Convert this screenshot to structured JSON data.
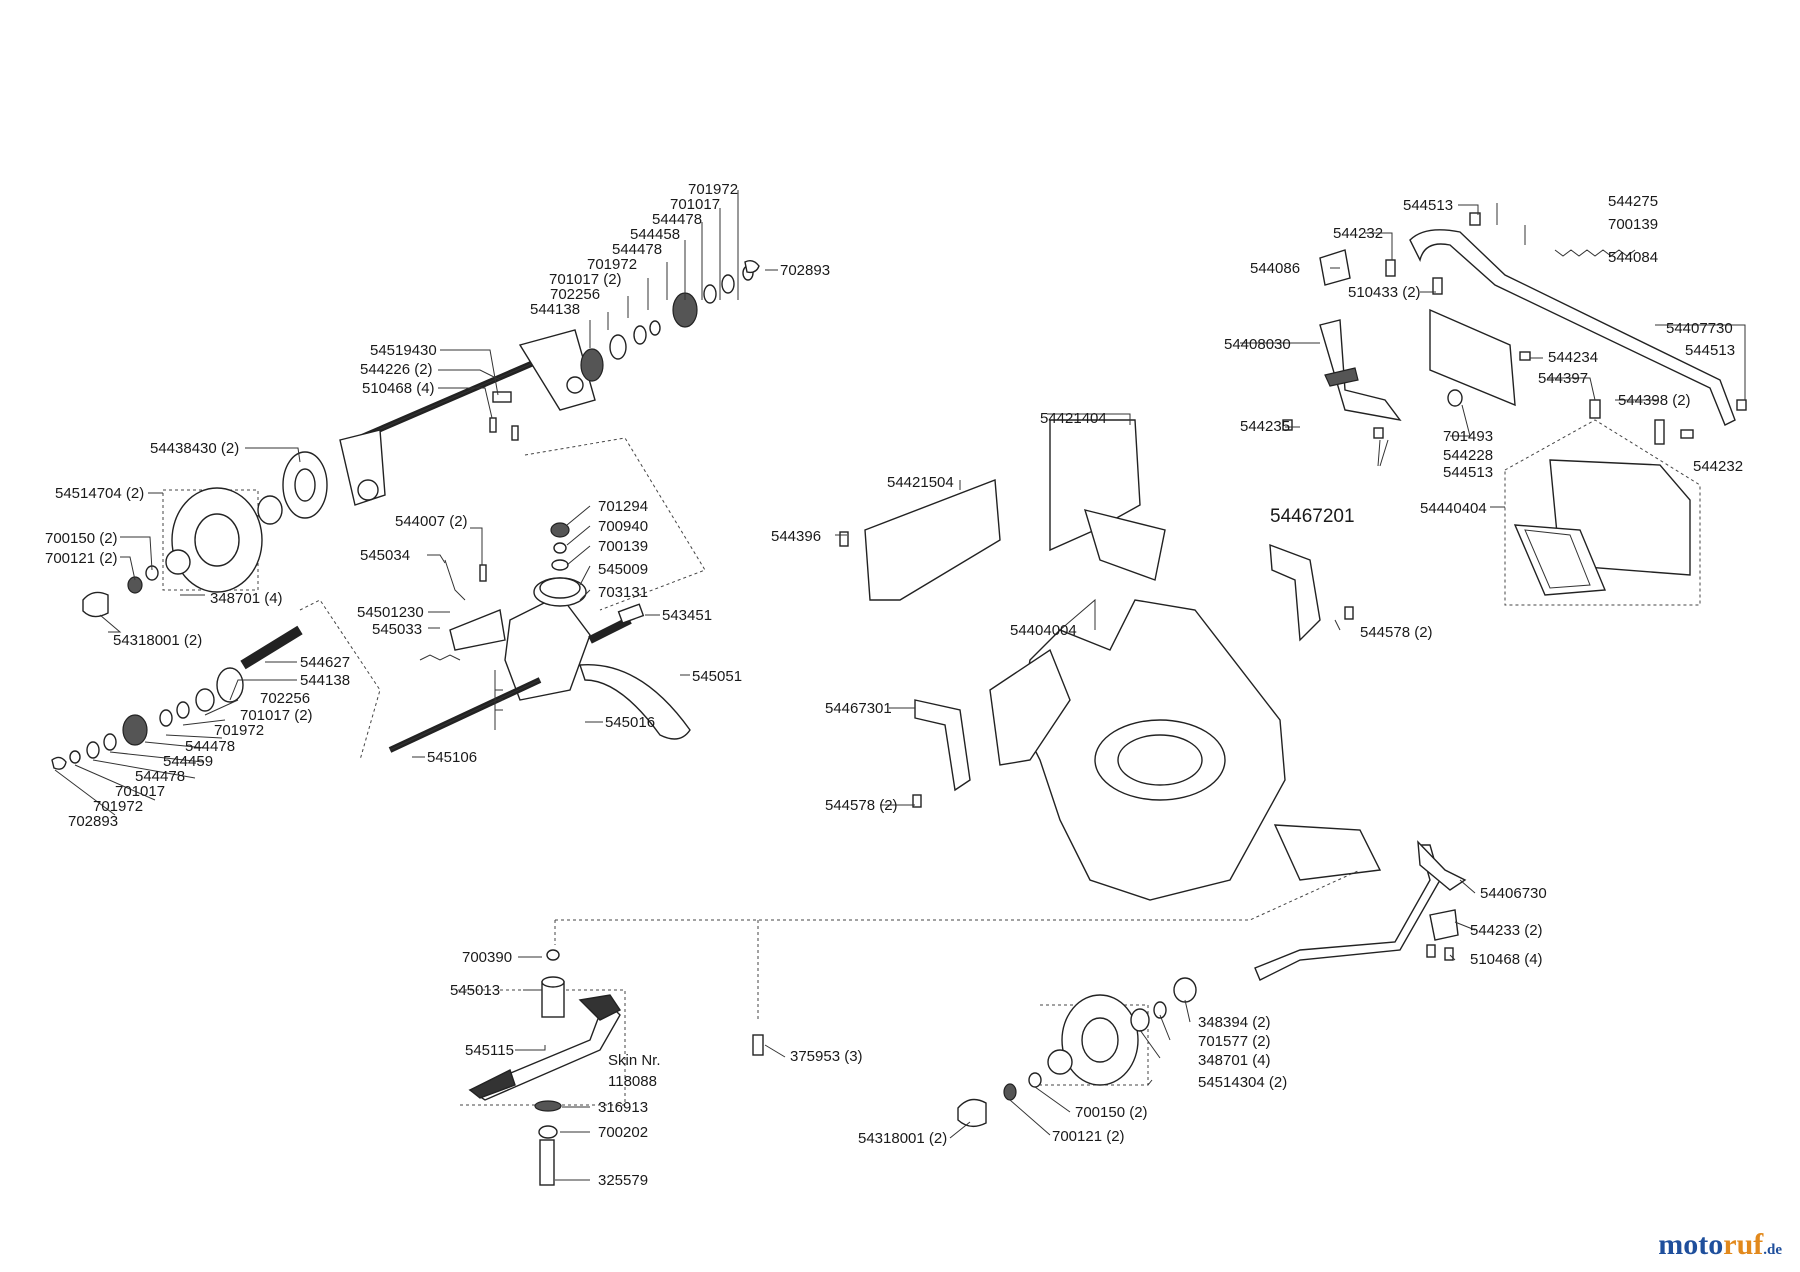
{
  "labels": {
    "p701972_top": "701972",
    "p701017_top": "701017",
    "p544478_top": "544478",
    "p544458": "544458",
    "p544478_b": "544478",
    "p701972_b": "701972",
    "p701017_2_top": "701017 (2)",
    "p702256_top": "702256",
    "p544138_top": "544138",
    "p702893_top": "702893",
    "p54519430": "54519430",
    "p544226_2": "544226 (2)",
    "p510468_4_top": "510468 (4)",
    "p54438430_2": "54438430 (2)",
    "p54514704_2": "54514704 (2)",
    "p700150_2_left": "700150 (2)",
    "p700121_2_left": "700121 (2)",
    "p348701_4_left": "348701 (4)",
    "p54318001_2_left": "54318001 (2)",
    "p544007_2": "544007 (2)",
    "p545034": "545034",
    "p701294": "701294",
    "p700940": "700940",
    "p700139_mid": "700139",
    "p545009": "545009",
    "p703131": "703131",
    "p54501230": "54501230",
    "p545033": "545033",
    "p543451": "543451",
    "p544627": "544627",
    "p544138_mid": "544138",
    "p702256_mid": "702256",
    "p701017_2_mid": "701017 (2)",
    "p701972_mid": "701972",
    "p544478_mid": "544478",
    "p544459": "544459",
    "p544478_mid2": "544478",
    "p701017_mid": "701017",
    "p701972_mid2": "701972",
    "p702893_bottom": "702893",
    "p545051": "545051",
    "p545016": "545016",
    "p545106": "545106",
    "p544513_top": "544513",
    "p544275": "544275",
    "p700139_right": "700139",
    "p544232_top": "544232",
    "p544084": "544084",
    "p544086": "544086",
    "p510433_2": "510433 (2)",
    "p54407730": "54407730",
    "p54408030": "54408030",
    "p544513_right": "544513",
    "p544234": "544234",
    "p544397": "544397",
    "p544398_2": "544398 (2)",
    "p544235": "544235",
    "p701493": "701493",
    "p544228": "544228",
    "p544513_bottom": "544513",
    "p544232_right": "544232",
    "p54440404": "54440404",
    "p54421404": "54421404",
    "p54421504": "54421504",
    "p544396": "544396",
    "p54467201": "54467201",
    "p544578_2_right": "544578 (2)",
    "p54404004": "54404004",
    "p54467301": "54467301",
    "p544578_2_left": "544578 (2)",
    "p54406730": "54406730",
    "p544233_2": "544233 (2)",
    "p510468_4_bottom": "510468 (4)",
    "p700390": "700390",
    "p545013": "545013",
    "p545115": "545115",
    "p_skin_1": "Skin Nr.",
    "p_skin_2": "118088",
    "p316913": "316913",
    "p700202": "700202",
    "p325579": "325579",
    "p375953_3": "375953 (3)",
    "p348394_2": "348394 (2)",
    "p701577_2": "701577 (2)",
    "p348701_4_right": "348701 (4)",
    "p54514304_2": "54514304 (2)",
    "p700150_2_right": "700150 (2)",
    "p700121_2_right": "700121 (2)",
    "p54318001_2_right": "54318001 (2)"
  },
  "watermark": {
    "part1": "moto",
    "part2": "ruf",
    "suffix": ".de"
  },
  "colors": {
    "watermark_blue": "#1f4f9c",
    "watermark_orange": "#e2891c",
    "line": "#333333"
  }
}
